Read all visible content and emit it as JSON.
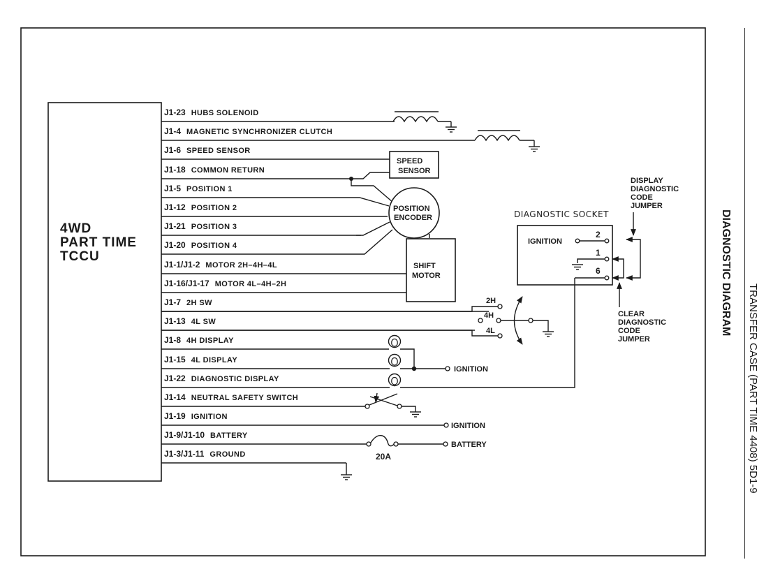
{
  "page": {
    "section_title": "DIAGNOSTIC DIAGRAM",
    "running_header": "TRANSFER CASE (PART TIME 4408) 5D1-9"
  },
  "controller": {
    "line1": "4WD",
    "line2": "PART TIME",
    "line3": "TCCU"
  },
  "pins": [
    {
      "pin": "J1-23",
      "name": "HUBS SOLENOID"
    },
    {
      "pin": "J1-4",
      "name": "MAGNETIC SYNCHRONIZER CLUTCH"
    },
    {
      "pin": "J1-6",
      "name": "SPEED SENSOR"
    },
    {
      "pin": "J1-18",
      "name": "COMMON  RETURN"
    },
    {
      "pin": "J1-5",
      "name": "POSITION  1"
    },
    {
      "pin": "J1-12",
      "name": "POSITION  2"
    },
    {
      "pin": "J1-21",
      "name": "POSITION  3"
    },
    {
      "pin": "J1-20",
      "name": "POSITION 4"
    },
    {
      "pin": "J1-1/J1-2",
      "name": "MOTOR  2H–4H–4L"
    },
    {
      "pin": "J1-16/J1-17",
      "name": "MOTOR  4L–4H–2H"
    },
    {
      "pin": "J1-7",
      "name": "2H  SW"
    },
    {
      "pin": "J1-13",
      "name": "4L  SW"
    },
    {
      "pin": "J1-8",
      "name": "4H DISPLAY"
    },
    {
      "pin": "J1-15",
      "name": "4L DISPLAY"
    },
    {
      "pin": "J1-22",
      "name": "DIAGNOSTIC  DISPLAY"
    },
    {
      "pin": "J1-14",
      "name": "NEUTRAL SAFETY SWITCH"
    },
    {
      "pin": "J1-19",
      "name": "IGNITION"
    },
    {
      "pin": "J1-9/J1-10",
      "name": "BATTERY"
    },
    {
      "pin": "J1-3/J1-11",
      "name": "GROUND"
    }
  ],
  "components": {
    "speed_sensor": {
      "line1": "SPEED",
      "line2": "SENSOR"
    },
    "position_encoder": {
      "line1": "POSITION",
      "line2": "ENCODER"
    },
    "shift_motor": {
      "line1": "SHIFT",
      "line2": "MOTOR"
    },
    "mode_switch": {
      "pos_2h": "2H",
      "pos_4h": "4H",
      "pos_4l": "4L"
    },
    "display_ignition": "IGNITION",
    "ignition_terminal": "IGNITION",
    "battery_terminal": "BATTERY",
    "fuse_rating": "20A"
  },
  "diagnostic_socket": {
    "title": "DIAGNOSTIC SOCKET",
    "ignition_label": "IGNITION",
    "terminals": [
      "2",
      "1",
      "6"
    ],
    "display_jumper": {
      "line1": "DISPLAY",
      "line2": "DIAGNOSTIC",
      "line3": "CODE",
      "line4": "JUMPER"
    },
    "clear_jumper": {
      "line1": "CLEAR",
      "line2": "DIAGNOSTIC",
      "line3": "CODE",
      "line4": "JUMPER"
    }
  }
}
